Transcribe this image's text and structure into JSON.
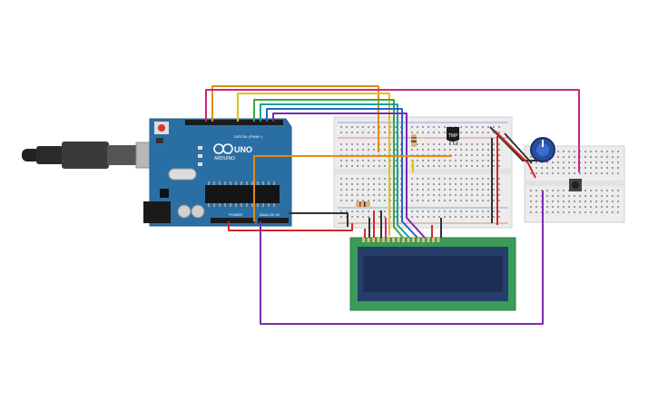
{
  "board": {
    "brand": "ARDUINO",
    "model": "UNO",
    "digital_label": "DIGITAL (PWM~)",
    "analog_label": "ANALOG IN",
    "power_label": "POWER",
    "colors": {
      "board": "#2a6fa4",
      "board_dark": "#1f5a88"
    }
  },
  "sensor": {
    "label": "TMP"
  },
  "lcd": {
    "colors": {
      "pcb": "#3c9b58",
      "screen": "#22345e"
    }
  },
  "wire_colors": {
    "red": "#d02a2a",
    "black": "#333333",
    "orange": "#e38b16",
    "yellow": "#e0c21b",
    "green": "#39a845",
    "teal": "#1aa39a",
    "blue": "#2a63c9",
    "purple": "#7a2bb0",
    "magenta": "#c8287a"
  },
  "icons": [
    "usb-cable-icon",
    "potentiometer-icon",
    "pushbutton-icon",
    "resistor-icon",
    "temperature-sensor-icon"
  ]
}
